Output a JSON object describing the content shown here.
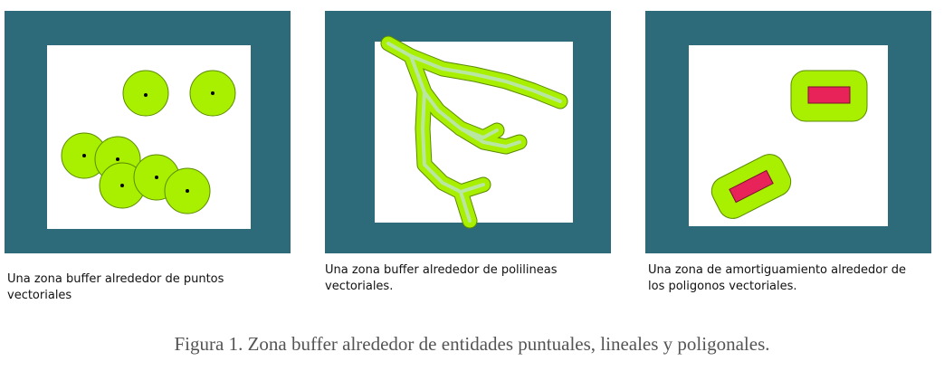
{
  "colors": {
    "frame": "#2e6b7a",
    "canvas": "#ffffff",
    "buffer": "#a8f000",
    "buffer_outline": "#5a8a00",
    "line_core": "#b9e6a0",
    "polygon": "#e8235a",
    "point": "#000000"
  },
  "panels": [
    {
      "caption_line1": "Una zona buffer alrededor de puntos",
      "caption_line2": "vectoriales"
    },
    {
      "caption_line1": "Una zona buffer alrededor de polilineas",
      "caption_line2": "vectoriales."
    },
    {
      "caption_line1": "Una zona de amortiguamiento alrededor de",
      "caption_line2": "los poligonos vectoriales."
    }
  ],
  "figure_caption": "Figura 1. Zona buffer alrededor de entidades puntuales, lineales y poligonales."
}
